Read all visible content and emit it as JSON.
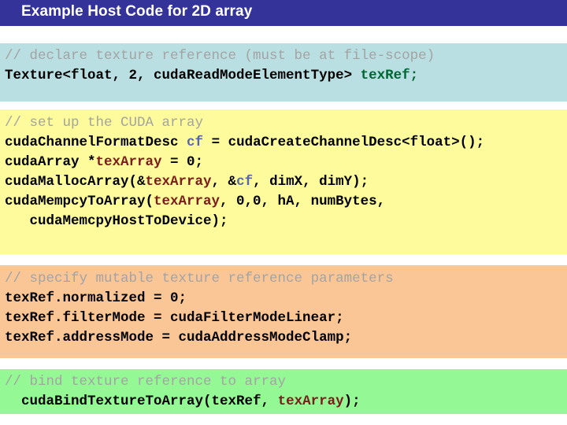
{
  "slide": {
    "title": "Example Host Code for 2D array",
    "title_bar_color": "#333399",
    "title_text_color": "#ffffff",
    "background_color": "#ffffff"
  },
  "colors": {
    "comment": "#a3a3a3",
    "identifier_green": "#006633",
    "identifier_blue": "#5566aa",
    "identifier_maroon": "#7b1c1c",
    "block_declare_bg": "#b9dfe2",
    "block_setup_bg": "#fdfb9c",
    "block_params_bg": "#fbc696",
    "block_bind_bg": "#94f994"
  },
  "blocks": [
    {
      "name": "declare",
      "background": "#b9dfe2",
      "lines": [
        {
          "comment": "// declare texture reference (must be at file-scope)"
        },
        {
          "parts": [
            {
              "text": "Texture<float, 2, cudaReadModeElementType> ",
              "style": "plain"
            },
            {
              "text": "texRef;",
              "style": "green"
            }
          ]
        }
      ]
    },
    {
      "name": "setup",
      "background": "#fdfb9c",
      "lines": [
        {
          "comment": "// set up the CUDA array"
        },
        {
          "parts": [
            {
              "text": "cudaChannelFormatDesc ",
              "style": "plain"
            },
            {
              "text": "cf",
              "style": "blue"
            },
            {
              "text": " = cudaCreateChannelDesc<float>();",
              "style": "plain"
            }
          ]
        },
        {
          "parts": [
            {
              "text": "cudaArray *",
              "style": "plain"
            },
            {
              "text": "texArray",
              "style": "maroon"
            },
            {
              "text": " = 0;",
              "style": "plain"
            }
          ]
        },
        {
          "parts": [
            {
              "text": "cudaMallocArray(&",
              "style": "plain"
            },
            {
              "text": "texArray",
              "style": "maroon"
            },
            {
              "text": ", &",
              "style": "plain"
            },
            {
              "text": "cf",
              "style": "blue"
            },
            {
              "text": ", dimX, dimY);",
              "style": "plain"
            }
          ]
        },
        {
          "parts": [
            {
              "text": "cudaMempcyToArray(",
              "style": "plain"
            },
            {
              "text": "texArray",
              "style": "maroon"
            },
            {
              "text": ", 0,0, hA, numBytes,",
              "style": "plain"
            }
          ]
        },
        {
          "parts": [
            {
              "text": "   cudaMemcpyHostToDevice);",
              "style": "plain"
            }
          ]
        }
      ]
    },
    {
      "name": "params",
      "background": "#fbc696",
      "lines": [
        {
          "comment": "// specify mutable texture reference parameters"
        },
        {
          "parts": [
            {
              "text": "texRef.normalized = 0;",
              "style": "plain"
            }
          ]
        },
        {
          "parts": [
            {
              "text": "texRef.filterMode = cudaFilterModeLinear;",
              "style": "plain"
            }
          ]
        },
        {
          "parts": [
            {
              "text": "texRef.addressMode = cudaAddressModeClamp;",
              "style": "plain"
            }
          ]
        }
      ]
    },
    {
      "name": "bind",
      "background": "#94f994",
      "lines": [
        {
          "comment": "// bind texture reference to array"
        },
        {
          "parts": [
            {
              "text": "  cudaBindTextureToArray(texRef, ",
              "style": "plain"
            },
            {
              "text": "texArray",
              "style": "maroon"
            },
            {
              "text": ");",
              "style": "plain"
            }
          ]
        }
      ]
    }
  ]
}
